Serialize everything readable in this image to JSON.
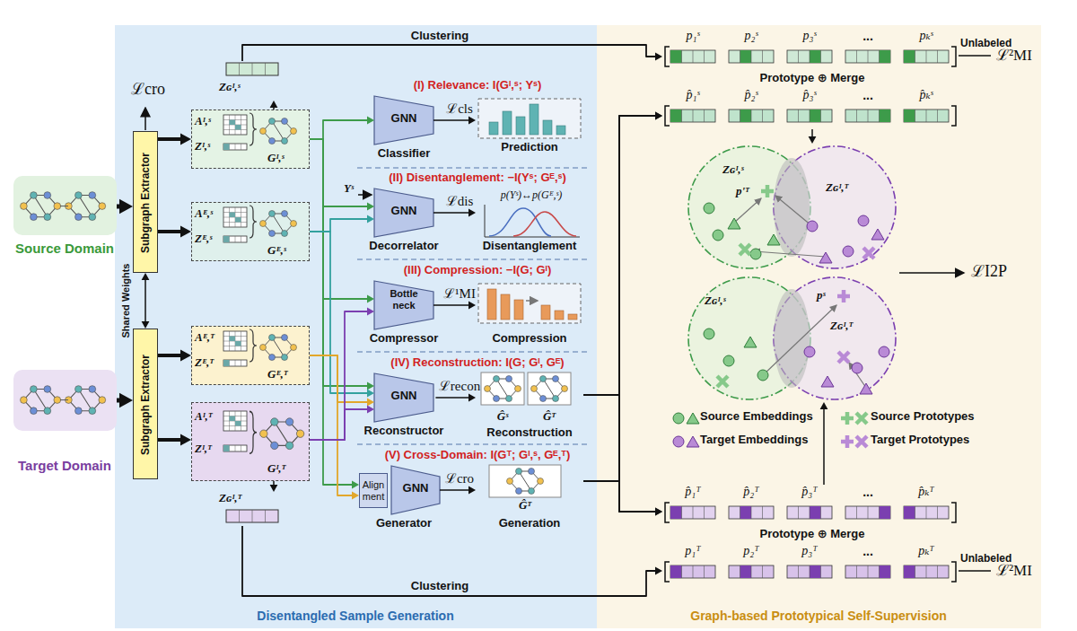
{
  "diagram": {
    "nodes": [
      {
        "text": [
          "Disentangled Sample Generation"
        ]
      },
      {
        "text": [
          "Graph-based Prototypical Self-Supervision"
        ]
      },
      {
        "text": [
          "Source Domain"
        ]
      },
      {
        "text": [
          "Target Domain"
        ]
      },
      {
        "text": [
          "Subgraph Extractor"
        ],
        "in": 0
      },
      {
        "text": [
          "Subgraph Extractor"
        ],
        "in": 0
      },
      {
        "text": [
          "Aᴵ,ˢ",
          "Zᴵ,ˢ",
          "Gᴵ,ˢ"
        ],
        "in": 0
      },
      {
        "text": [
          "Aᴱ,ˢ",
          "Zᴱ,ˢ",
          "Gᴱ,ˢ"
        ],
        "in": 0
      },
      {
        "text": [
          "Aᴱ,ᵀ",
          "Zᴱ,ᵀ",
          "Gᴱ,ᵀ"
        ],
        "in": 0
      },
      {
        "text": [
          "Aᴵ,ᵀ",
          "Zᴵ,ᵀ",
          "Gᴵ,ᵀ"
        ],
        "in": 0
      },
      {
        "text": [
          "Zɢᴵ,ˢ"
        ],
        "in": 0
      },
      {
        "text": [
          "Zɢᴵ,ᵀ"
        ],
        "in": 0
      },
      {
        "text": [
          "GNN",
          "Classifier"
        ],
        "in": 0
      },
      {
        "text": [
          "Prediction"
        ],
        "in": 0
      },
      {
        "text": [
          "GNN",
          "Decorrelator"
        ],
        "in": 0
      },
      {
        "text": [
          "Disentanglement"
        ],
        "in": 0
      },
      {
        "text": [
          "Bottle neck",
          "Compressor"
        ],
        "in": 0
      },
      {
        "text": [
          "Compression"
        ],
        "in": 0
      },
      {
        "text": [
          "GNN",
          "Reconstructor"
        ],
        "in": 0
      },
      {
        "text": [
          "Ĝˢ",
          "Ĝᵀ",
          "Reconstruction"
        ],
        "in": 0
      },
      {
        "text": [
          "Align ment",
          "GNN",
          "Generator"
        ],
        "in": 0
      },
      {
        "text": [
          "Ĝᵀ",
          "Generation"
        ],
        "in": 0
      },
      {
        "text": [
          "p₁ˢ",
          "p₂ˢ",
          "p₃ˢ",
          "...",
          "pₖˢ"
        ],
        "in": 1
      },
      {
        "text": [
          "p̂₁ˢ",
          "p̂₂ˢ",
          "p̂₃ˢ",
          "...",
          "p̂ₖˢ"
        ],
        "in": 1
      },
      {
        "text": [
          "Zɢᴵ,ˢ",
          "p'ᵀ",
          "Zɢᴵ,ᵀ"
        ],
        "in": 1
      },
      {
        "text": [
          "Zɢᴵ,ˢ",
          "pˢ",
          "Zɢᴵ,ᵀ"
        ],
        "in": 1
      },
      {
        "text": [
          "p̂₁ᵀ",
          "p̂₂ᵀ",
          "p̂₃ᵀ",
          "...",
          "p̂ₖᵀ"
        ],
        "in": 1
      },
      {
        "text": [
          "p₁ᵀ",
          "p₂ᵀ",
          "p₃ᵀ",
          "...",
          "pₖᵀ"
        ],
        "in": 1
      }
    ],
    "edges": [
      {
        "from": 2,
        "to": 4,
        "arrow": "to"
      },
      {
        "from": 3,
        "to": 5,
        "arrow": "to"
      },
      {
        "from": 4,
        "to": 5,
        "label": "Shared Weights",
        "arrow": "both"
      },
      {
        "from": 4,
        "to": 6,
        "arrow": "to"
      },
      {
        "from": 4,
        "to": 7,
        "arrow": "to"
      },
      {
        "from": 5,
        "to": 8,
        "arrow": "to"
      },
      {
        "from": 5,
        "to": 9,
        "arrow": "to"
      },
      {
        "from": 6,
        "to": 10,
        "arrow": "to"
      },
      {
        "from": 9,
        "to": 11,
        "arrow": "to"
      },
      {
        "from": 10,
        "to": 22,
        "label": "Clustering",
        "arrow": "to"
      },
      {
        "from": 11,
        "to": 27,
        "label": "Clustering",
        "arrow": "to"
      },
      {
        "from": 6,
        "to": 12,
        "arrow": "to"
      },
      {
        "from": 6,
        "to": 14,
        "arrow": "to"
      },
      {
        "from": 6,
        "to": 16,
        "arrow": "to"
      },
      {
        "from": 6,
        "to": 18,
        "arrow": "to"
      },
      {
        "from": 6,
        "to": 20,
        "arrow": "to"
      },
      {
        "from": 7,
        "to": 14,
        "arrow": "to"
      },
      {
        "from": 7,
        "to": 18,
        "arrow": "to"
      },
      {
        "from": 8,
        "to": 18,
        "arrow": "to"
      },
      {
        "from": 8,
        "to": 20,
        "arrow": "to"
      },
      {
        "from": 9,
        "to": 16,
        "arrow": "to"
      },
      {
        "from": 9,
        "to": 18,
        "arrow": "to"
      },
      {
        "from": 12,
        "to": 13,
        "label": "ℒcls",
        "arrow": "to"
      },
      {
        "from": 14,
        "to": 15,
        "label": "ℒdis",
        "arrow": "to"
      },
      {
        "from": 16,
        "to": 17,
        "label": "ℒ¹MI",
        "arrow": "to"
      },
      {
        "from": 18,
        "to": 19,
        "label": "ℒrecon",
        "arrow": "to"
      },
      {
        "from": 20,
        "to": 21,
        "label": "ℒcro",
        "arrow": "to"
      },
      {
        "from": 19,
        "to": 23,
        "arrow": "to"
      },
      {
        "from": 19,
        "to": 26,
        "arrow": "to"
      },
      {
        "from": 21,
        "to": 23,
        "arrow": "to"
      },
      {
        "from": 21,
        "to": 26,
        "arrow": "to"
      },
      {
        "from": 23,
        "to": 24,
        "arrow": "to"
      },
      {
        "from": 26,
        "to": 25,
        "arrow": "to"
      }
    ],
    "labels": [
      "ℒcro",
      "(I) Relevance: I(Gᴵ,ˢ; Yˢ)",
      "(II) Disentanglement: −I(Yˢ; Gᴱ,ˢ)",
      "Yˢ",
      "p(Yˢ)↔p(Gᴱ,ˢ)",
      "(III) Compression: −I(G; Gᴵ)",
      "(IV) Reconstruction: I(G; Gᴵ, Gᴱ)",
      "(V) Cross-Domain: I(Gᵀ; Gᴵ,ˢ, Gᴱ,ᵀ)",
      "Unlabeled",
      "ℒ²MI",
      "Prototype ⊕ Merge",
      "Prototype ⊕ Merge",
      "Unlabeled",
      "ℒ²MI",
      "ℒI2P"
    ],
    "legend": [
      {
        "text": "Source Embeddings"
      },
      {
        "text": "Source Prototypes"
      },
      {
        "text": "Target Embeddings"
      },
      {
        "text": "Target Prototypes"
      }
    ]
  }
}
